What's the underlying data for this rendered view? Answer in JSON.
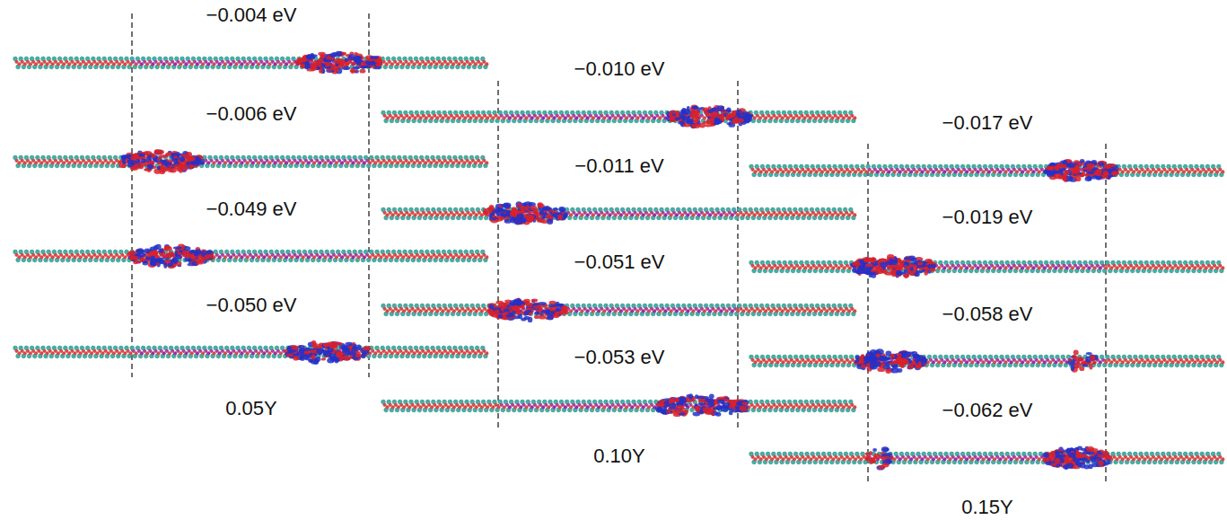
{
  "diagram": {
    "labels": [
      "−0.004 eV",
      "−0.006 eV",
      "−0.049 eV",
      "−0.050 eV",
      "0.05Y",
      "−0.010 eV",
      "−0.011 eV",
      "−0.051 eV",
      "−0.053 eV",
      "0.10Y",
      "−0.017 eV",
      "−0.019 eV",
      "−0.058 eV",
      "−0.062 eV",
      "0.15Y"
    ]
  }
}
